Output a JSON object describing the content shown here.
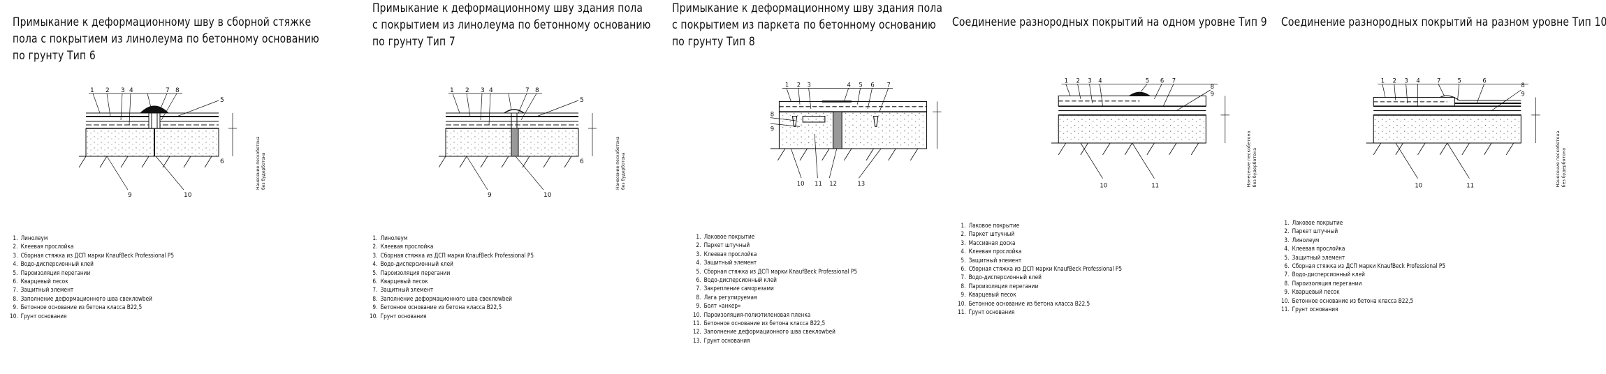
{
  "panels": [
    {
      "title_lines": [
        "Примыкание к деформационному шву в сборной стяжке",
        "пола с покрытием из линолеума по бетонному основанию",
        "по грунту Тип 6"
      ],
      "legend": [
        "Линолеум",
        "Клеевая прослойка",
        "Сборная стяжка из ДСП марки KnaufBeck Professional P5",
        "Водо-дисперсионный клей",
        "Пароизоляция перегании",
        "Кварцевый песок",
        "Защитный элемент",
        "Заполнение деформационного шва свеклоwbей",
        "Бетонное основание из бетона класса В22,5",
        "Грунт основания"
      ],
      "callouts_top": [
        "1",
        "2",
        "3",
        "4",
        "5",
        "6",
        "7",
        "8"
      ],
      "callouts_bottom": [
        "9",
        "10"
      ],
      "right_note": [
        "Нанесение пескобетона",
        "без будерботона"
      ]
    },
    {
      "title_lines": [
        "Примыкание к деформационному шву здания пола",
        "с покрытием из линолеума по бетонному основанию",
        "по грунту Тип 7"
      ],
      "legend": [
        "Линолеум",
        "Клеевая прослойка",
        "Сборная стяжка из ДСП марки KnaufBeck Professional P5",
        "Водо-дисперсионный клей",
        "Пароизоляция перегании",
        "Кварцевый песок",
        "Защитный элемент",
        "Заполнение деформационного шва свеклоwbей",
        "Бетонное основание из бетона класса В22,5",
        "Грунт основания"
      ],
      "callouts_top": [
        "1",
        "2",
        "3",
        "4",
        "5",
        "6",
        "7",
        "8"
      ],
      "callouts_bottom": [
        "9",
        "10"
      ],
      "right_note": [
        "Нанесение пескобетона",
        "без будерботона"
      ]
    },
    {
      "title_lines": [
        "Примыкание к деформационному шву здания пола",
        "с покрытием из паркета по бетонному основанию",
        "по грунту Тип 8"
      ],
      "legend": [
        "Лаковое покрытие",
        "Паркет штучный",
        "Клеевая прослойка",
        "Защитный элемент",
        "Сборная стяжка из ДСП марки KnaufBeck Professional P5",
        "Водо-дисперсионный клей",
        "Закрепление саморезами",
        "Лага регулируемая",
        "Болт «анкер»",
        "Пароизоляция-полиэтиленовая пленка",
        "Бетонное основание из бетона класса В22,5",
        "Заполнение деформационного шва свеклоwbей",
        "Грунт основания"
      ],
      "callouts_top": [
        "1",
        "2",
        "3",
        "4",
        "5",
        "6",
        "7"
      ],
      "callouts_bottom": [
        "8",
        "9",
        "10",
        "11",
        "12",
        "13"
      ],
      "right_note": []
    },
    {
      "title_lines": [
        "Соединение разнородных покрытий на одном уровне Тип 9"
      ],
      "legend": [
        "Лаковое покрытие",
        "Паркет штучный",
        "Массивная доска",
        "Клеевая прослойка",
        "Защитный элемент",
        "Сборная стяжка из ДСП марки KnaufBeck Professional P5",
        "Водо-дисперсионный клей",
        "Пароизоляция перегании",
        "Кварцевый песок",
        "Бетонное основание из бетона класса В22,5",
        "Грунт основания"
      ],
      "callouts_top": [
        "1",
        "2",
        "3",
        "4",
        "5",
        "6",
        "7",
        "8"
      ],
      "callouts_bottom": [
        "9",
        "10",
        "11"
      ],
      "right_note": [
        "Нанесение пескобетона",
        "без будерботона"
      ]
    },
    {
      "title_lines": [
        "Соединение разнородных покрытий на разном уровне Тип 10"
      ],
      "legend": [
        "Лаковое покрытие",
        "Паркет штучный",
        "Линолеум",
        "Клеевая прослойка",
        "Защитный элемент",
        "Сборная стяжка из ДСП марки KnaufBeck Professional P5",
        "Водо-дисперсионный клей",
        "Пароизоляция перегании",
        "Кварцевый песок",
        "Бетонное основание из бетона класса В22,5",
        "Грунт основания"
      ],
      "callouts_top": [
        "1",
        "2",
        "3",
        "4",
        "5",
        "6",
        "7",
        "8"
      ],
      "callouts_bottom": [
        "9",
        "10",
        "11"
      ],
      "right_note": [
        "Нанесение пескобетона",
        "без будерботона"
      ]
    }
  ]
}
